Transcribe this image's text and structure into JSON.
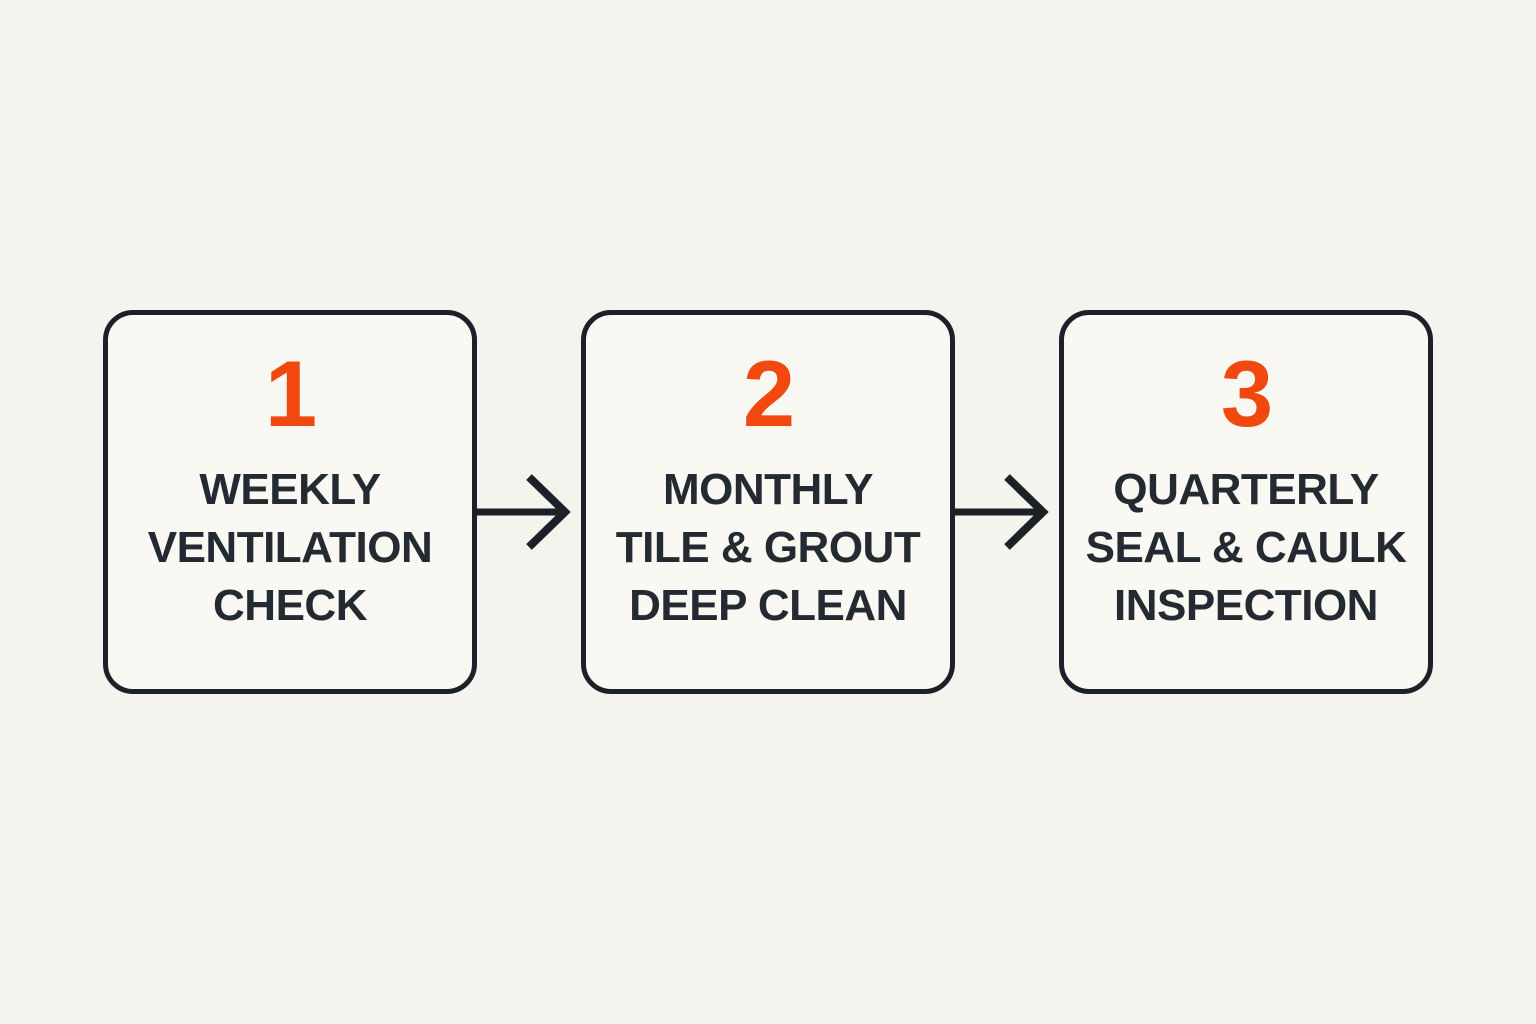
{
  "theme": {
    "background_color": "#f4f3ee",
    "card_background_color": "#f9f8f3",
    "border_color": "#1b2127",
    "text_color": "#232a31",
    "accent_color": "#f0480f"
  },
  "diagram": {
    "type": "process-flow",
    "direction": "left-to-right",
    "steps": [
      {
        "number": "1",
        "lines": [
          "WEEKLY",
          "VENTILATION",
          "CHECK"
        ]
      },
      {
        "number": "2",
        "lines": [
          "MONTHLY",
          "TILE & GROUT",
          "DEEP CLEAN"
        ]
      },
      {
        "number": "3",
        "lines": [
          "QUARTERLY",
          "SEAL & CAULK",
          "INSPECTION"
        ]
      }
    ],
    "connector": "right-arrow"
  }
}
